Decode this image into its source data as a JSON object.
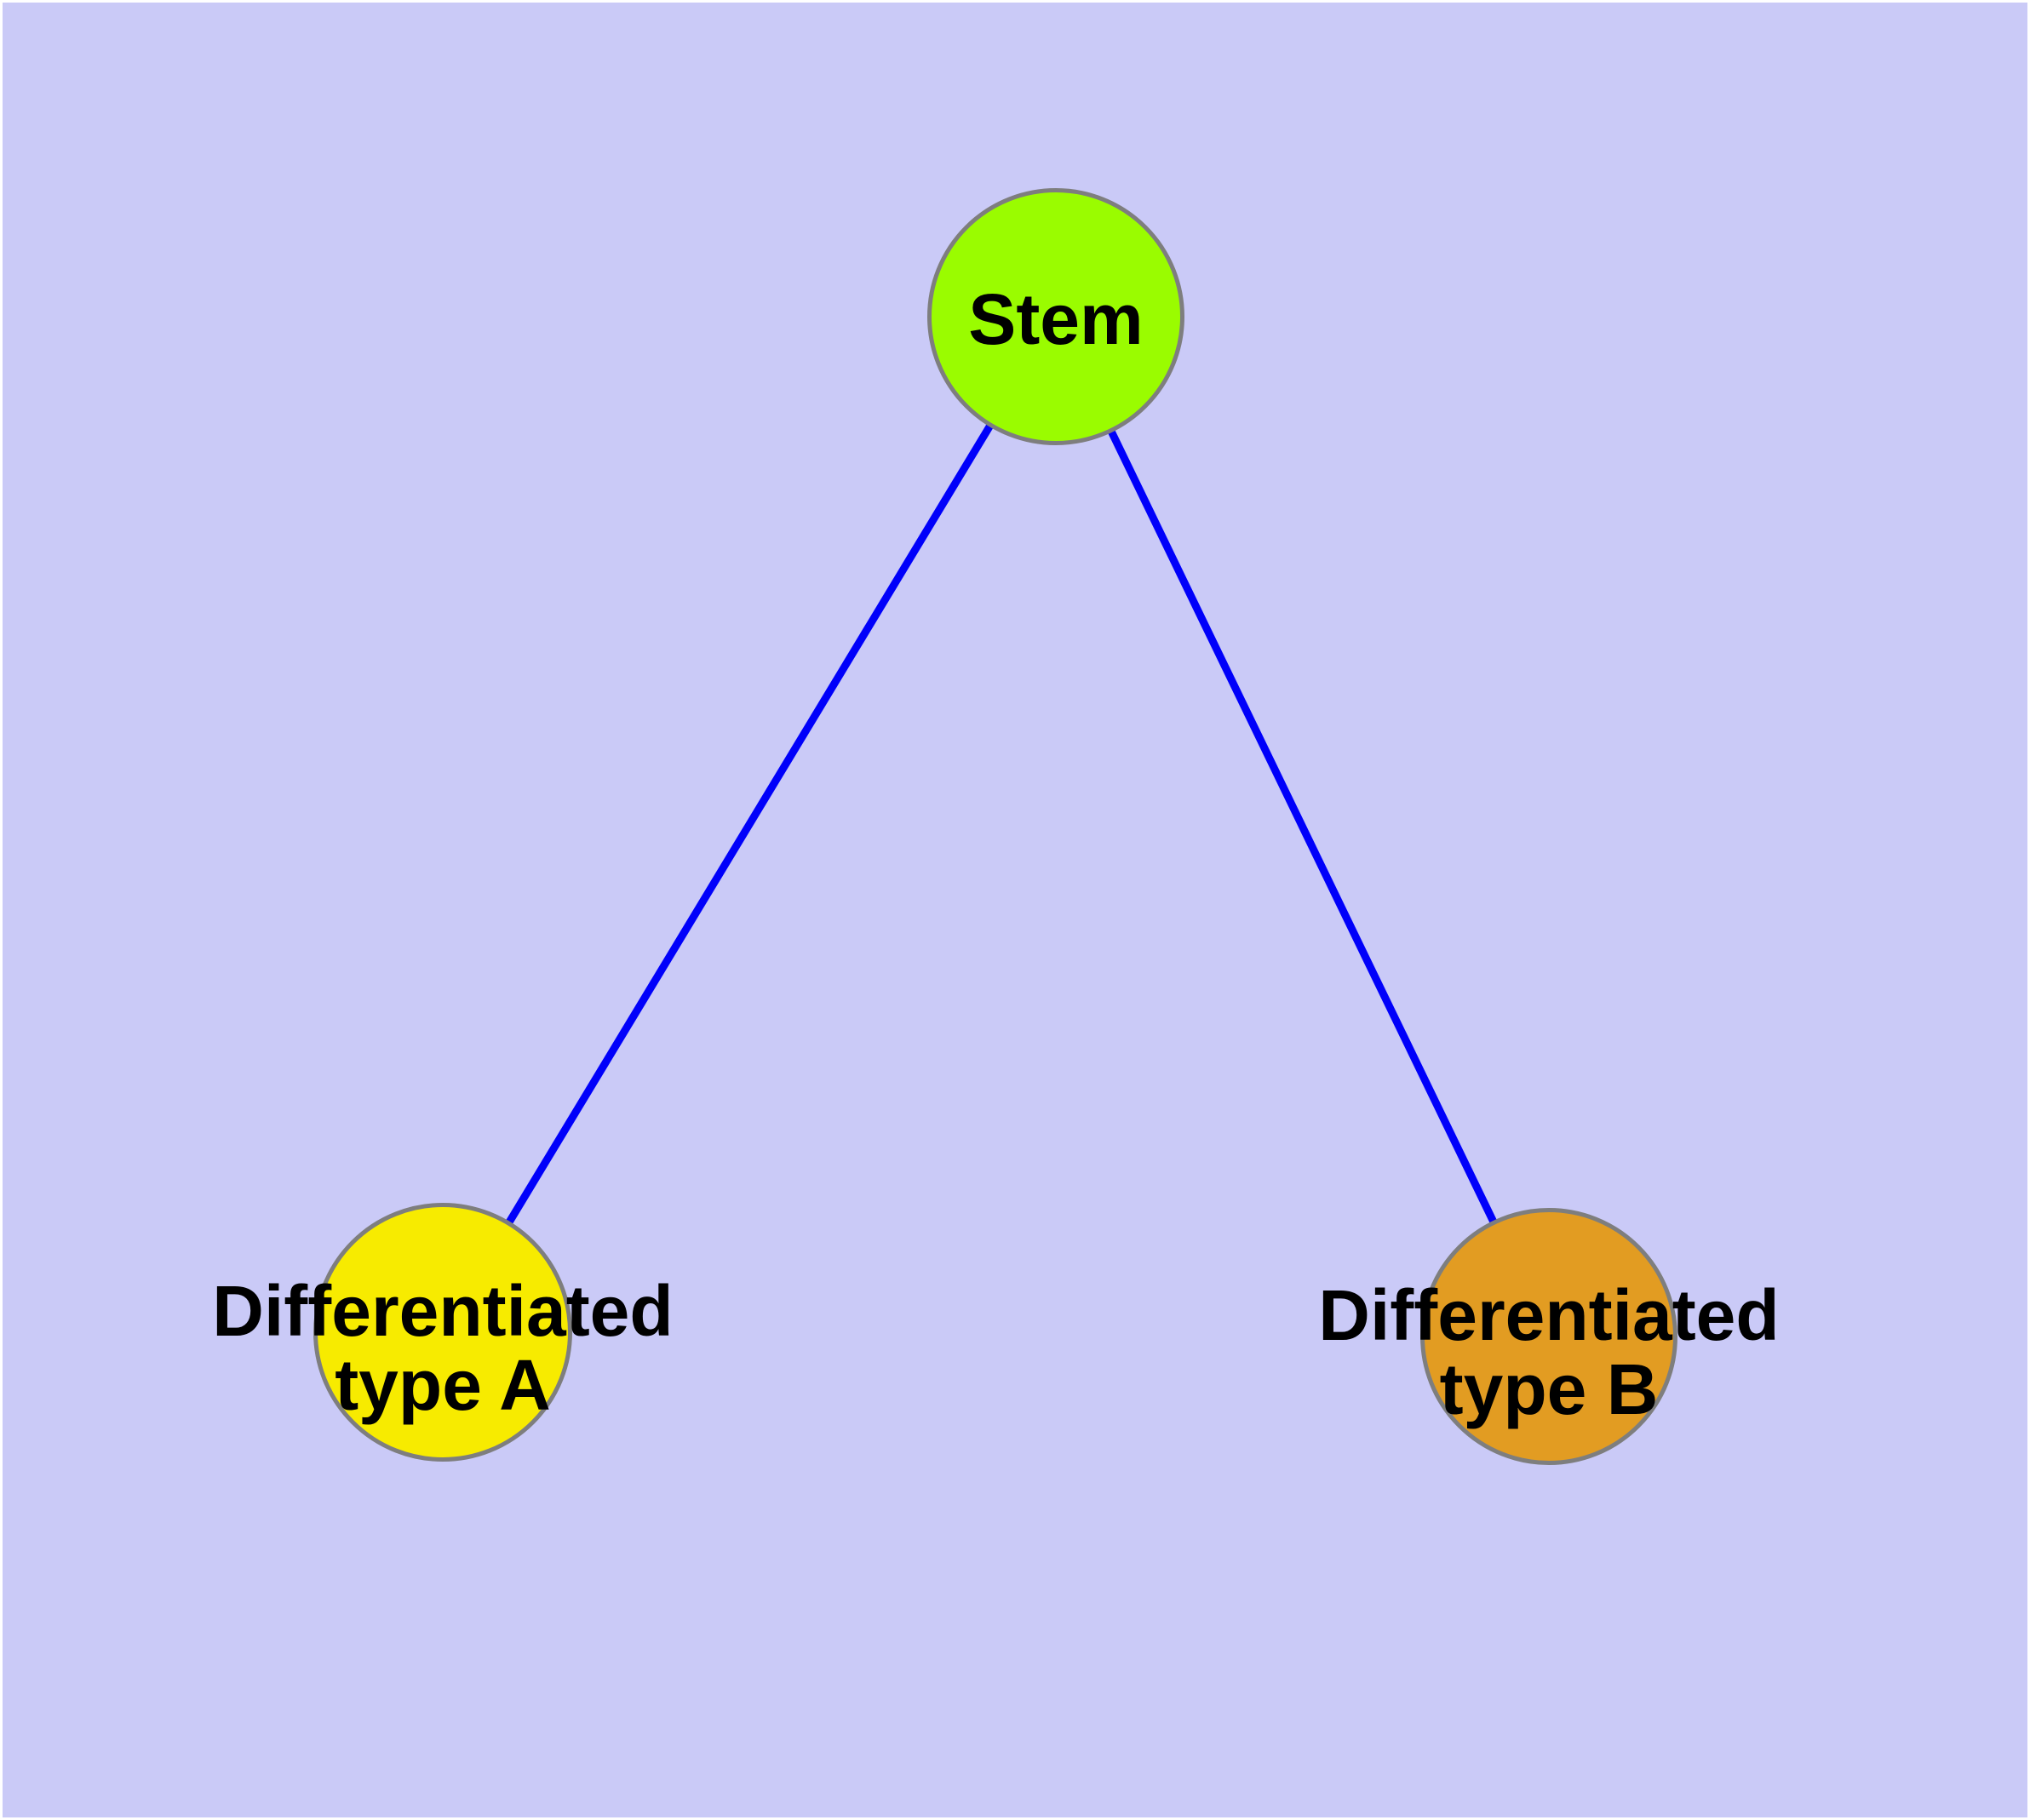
{
  "diagram": {
    "background_color": "#CACAF7",
    "frame_color": "#FFFFFF",
    "edge_color": "#0000FA",
    "node_border_color": "#7E7E7E",
    "label_color": "#000000",
    "nodes": {
      "stem": {
        "label": "Stem",
        "fill": "#9AFC00"
      },
      "type_a": {
        "label_line1": "Differentiated",
        "label_line2": "type A",
        "fill": "#F7EB00"
      },
      "type_b": {
        "label_line1": "Differentiated",
        "label_line2": "type B",
        "fill": "#E29C22"
      }
    },
    "edges": [
      {
        "from": "stem",
        "to": "type_a"
      },
      {
        "from": "stem",
        "to": "type_b"
      }
    ]
  }
}
